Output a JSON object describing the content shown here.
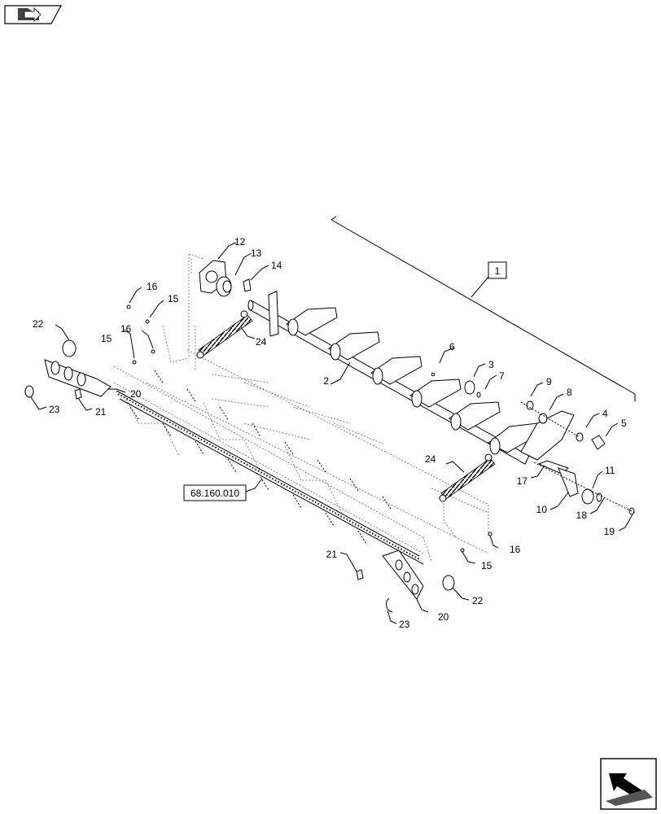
{
  "callouts": {
    "c1": "1",
    "c2": "2",
    "c3": "3",
    "c4": "4",
    "c5": "5",
    "c6": "6",
    "c7": "7",
    "c8": "8",
    "c9": "9",
    "c10": "10",
    "c11": "11",
    "c12": "12",
    "c13": "13",
    "c14": "14",
    "c15a": "15",
    "c15b": "15",
    "c15c": "15",
    "c16a": "16",
    "c16b": "16",
    "c16c": "16",
    "c17": "17",
    "c18": "18",
    "c19": "19",
    "c20a": "20",
    "c20b": "20",
    "c21a": "21",
    "c21b": "21",
    "c22a": "22",
    "c22b": "22",
    "c23a": "23",
    "c23b": "23",
    "c24a": "24",
    "c24b": "24"
  },
  "reference": {
    "label": "68.160.010"
  },
  "icons": {
    "top_left": "book-arrow-icon",
    "bottom_right": "navigation-arrow-icon"
  }
}
